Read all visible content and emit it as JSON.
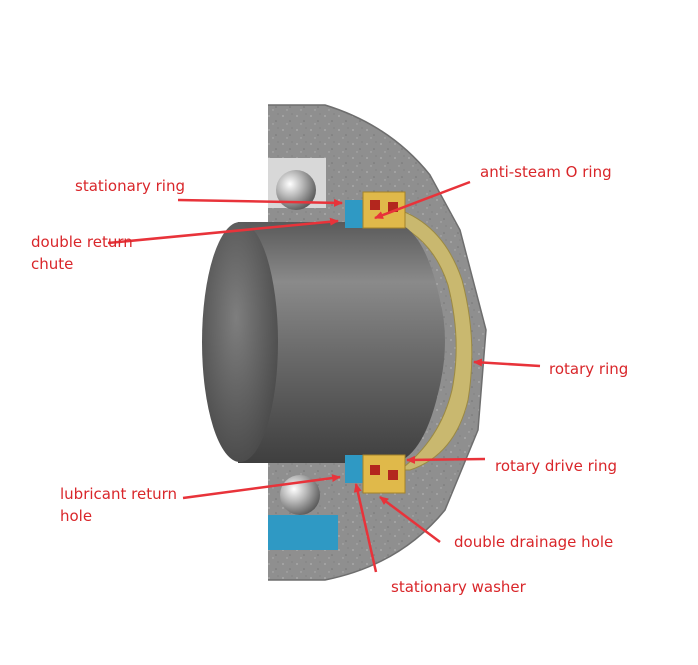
{
  "labels": {
    "stationary_ring": "stationary ring",
    "double_return_chute_line1": "double return",
    "double_return_chute_line2": "chute",
    "anti_steam_o_ring": "anti-steam O ring",
    "rotary_ring": "rotary ring",
    "rotary_drive_ring": "rotary drive ring",
    "lubricant_return_hole_line1": "lubricant return",
    "lubricant_return_hole_line2": "hole",
    "double_drainage_hole": "double drainage hole",
    "stationary_washer": "stationary washer"
  },
  "colors": {
    "label_text": "#d9262a",
    "arrow": "#e8333a",
    "housing": "#8d8d8d",
    "rotary_ring": "#c9b86f",
    "shaft": "#6d6d6d",
    "stationary_ring": "#3aa0c8",
    "rotary_drive_ring": "#e0b94a",
    "o_ring": "#b3261e"
  }
}
